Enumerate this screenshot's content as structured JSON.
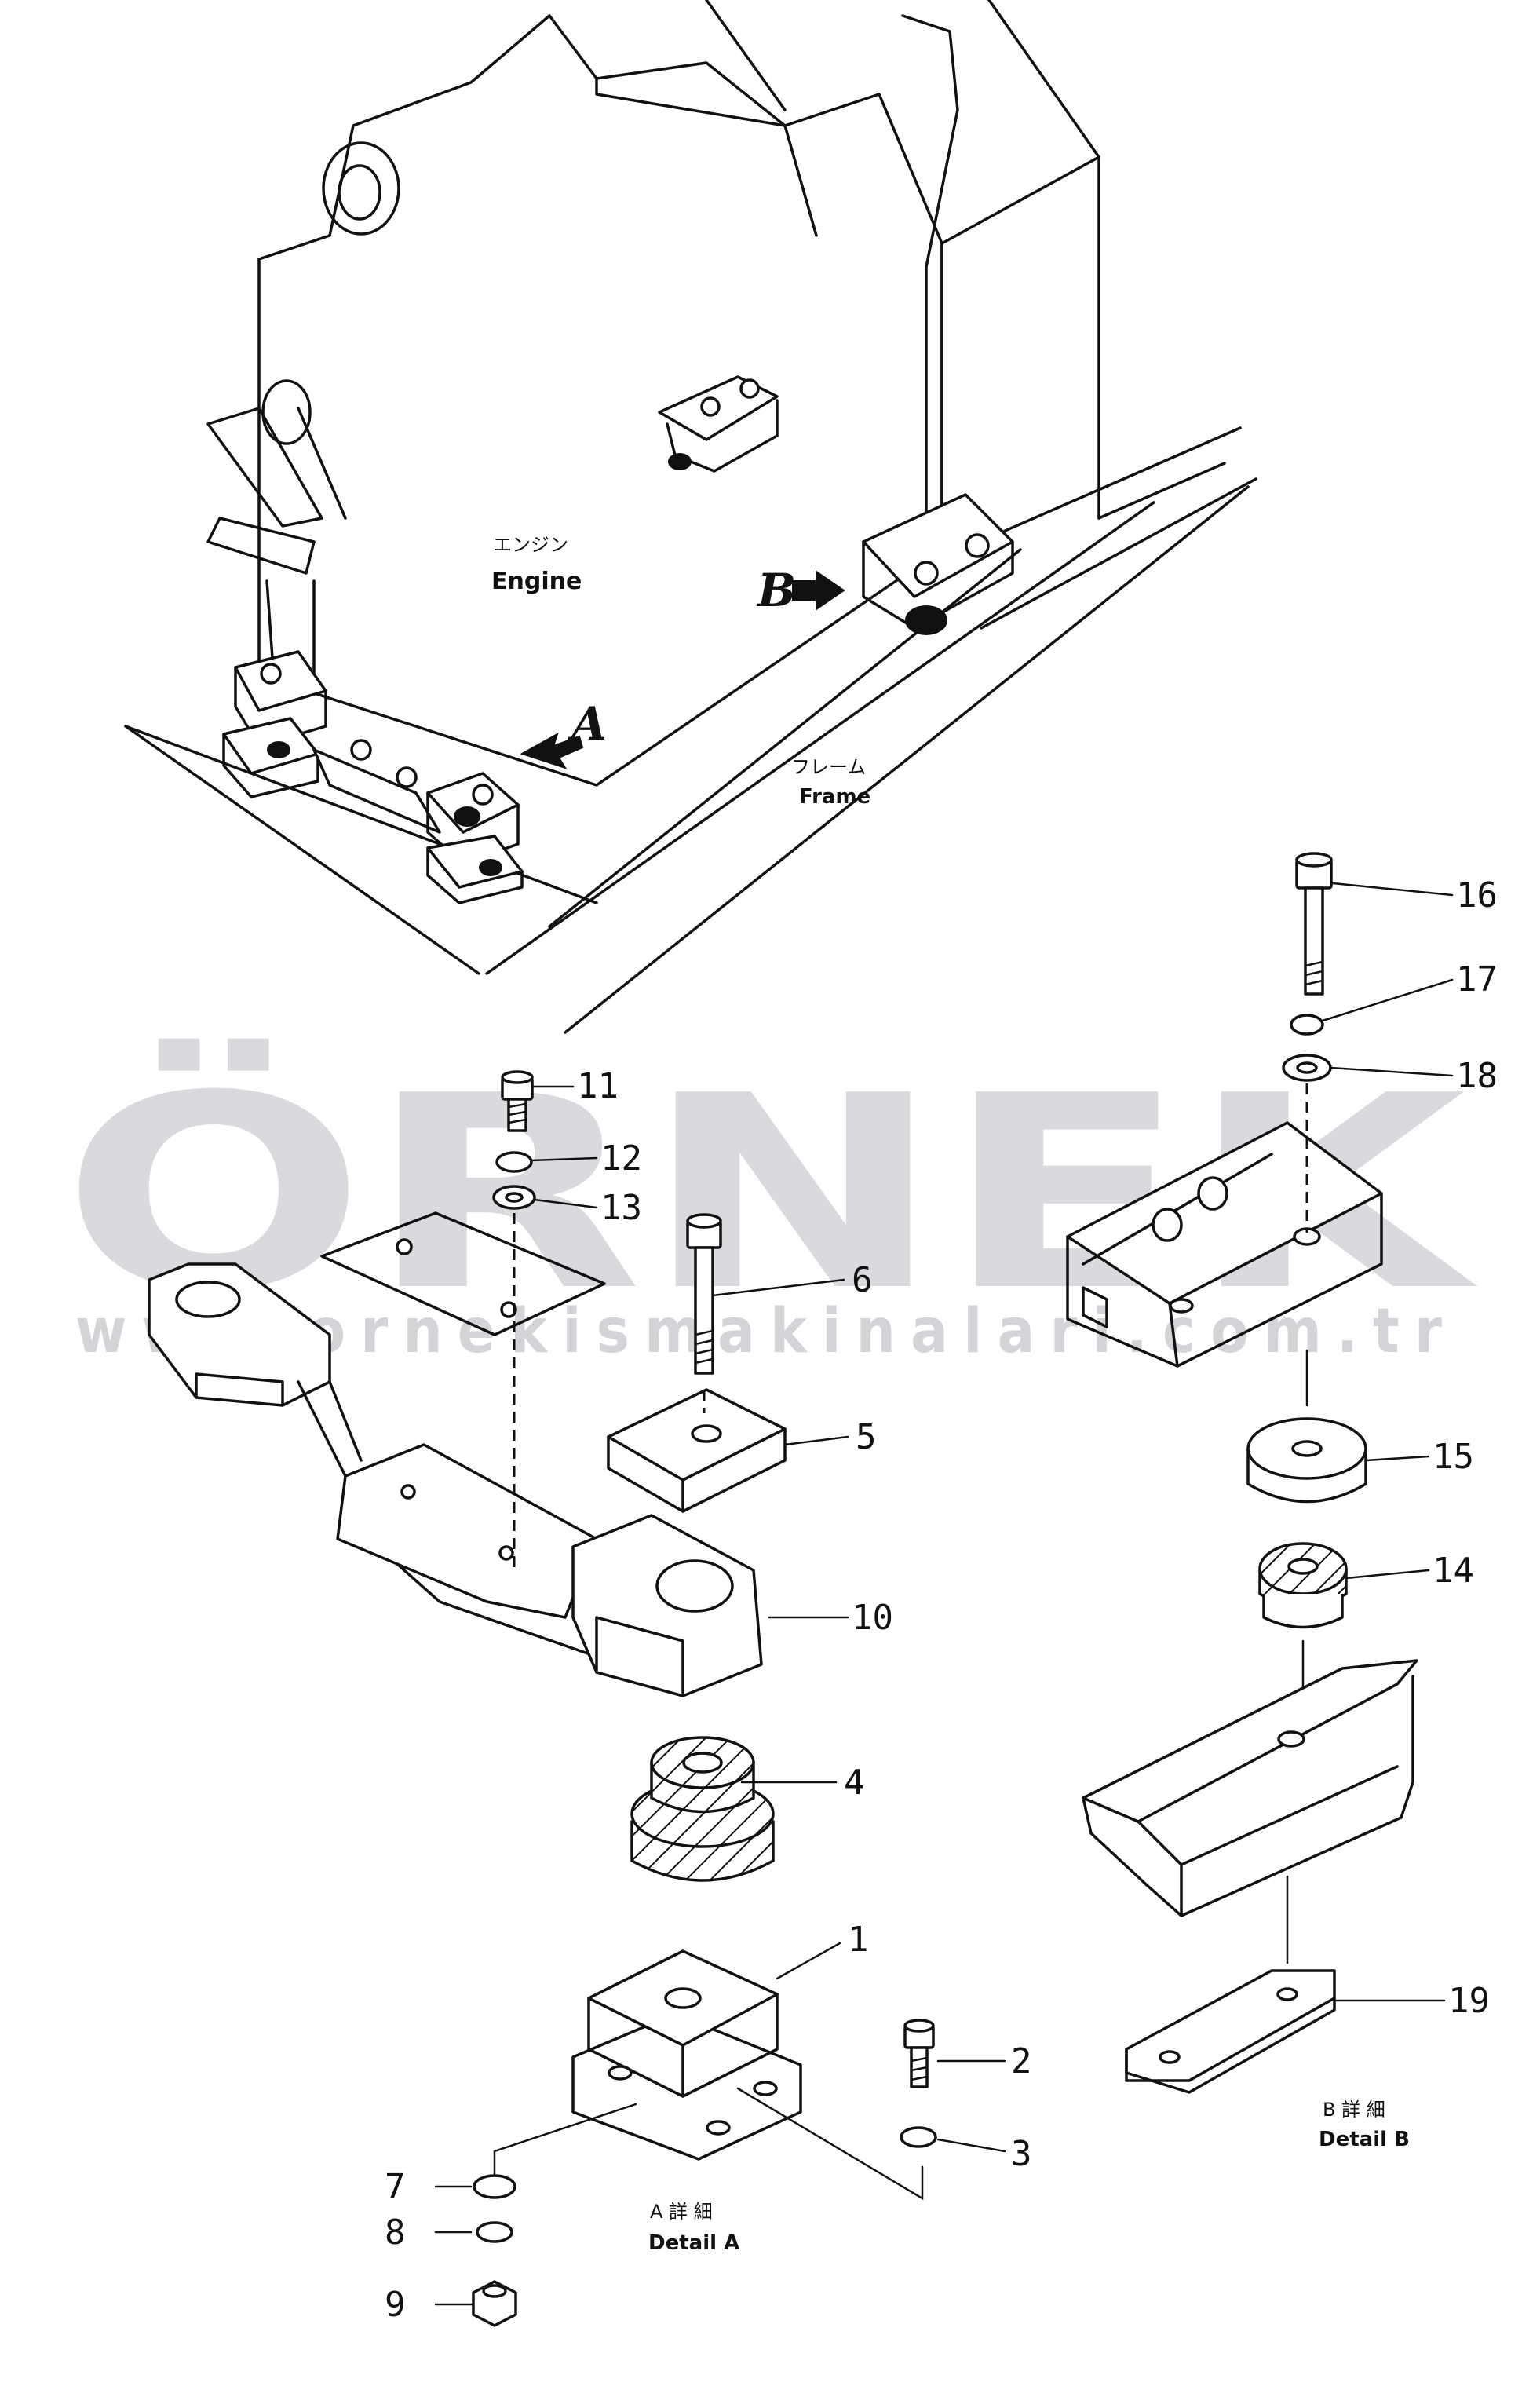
{
  "watermark": {
    "logo": "ÖRNEK",
    "url": "www.ornekismakinalari.com.tr",
    "accent_color": "#f2b705",
    "gray_color": "#d9d9de"
  },
  "labels": {
    "engine_jp": "エンジン",
    "engine_en": "Engine",
    "frame_jp": "フレーム",
    "frame_en": "Frame",
    "view_a": "A",
    "view_b": "B",
    "detail_a_jp": "A 詳 細",
    "detail_a_en": "Detail A",
    "detail_b_jp": "B 詳 細",
    "detail_b_en": "Detail B"
  },
  "callouts": [
    "1",
    "2",
    "3",
    "4",
    "5",
    "6",
    "7",
    "8",
    "9",
    "10",
    "11",
    "12",
    "13",
    "14",
    "15",
    "16",
    "17",
    "18",
    "19"
  ]
}
